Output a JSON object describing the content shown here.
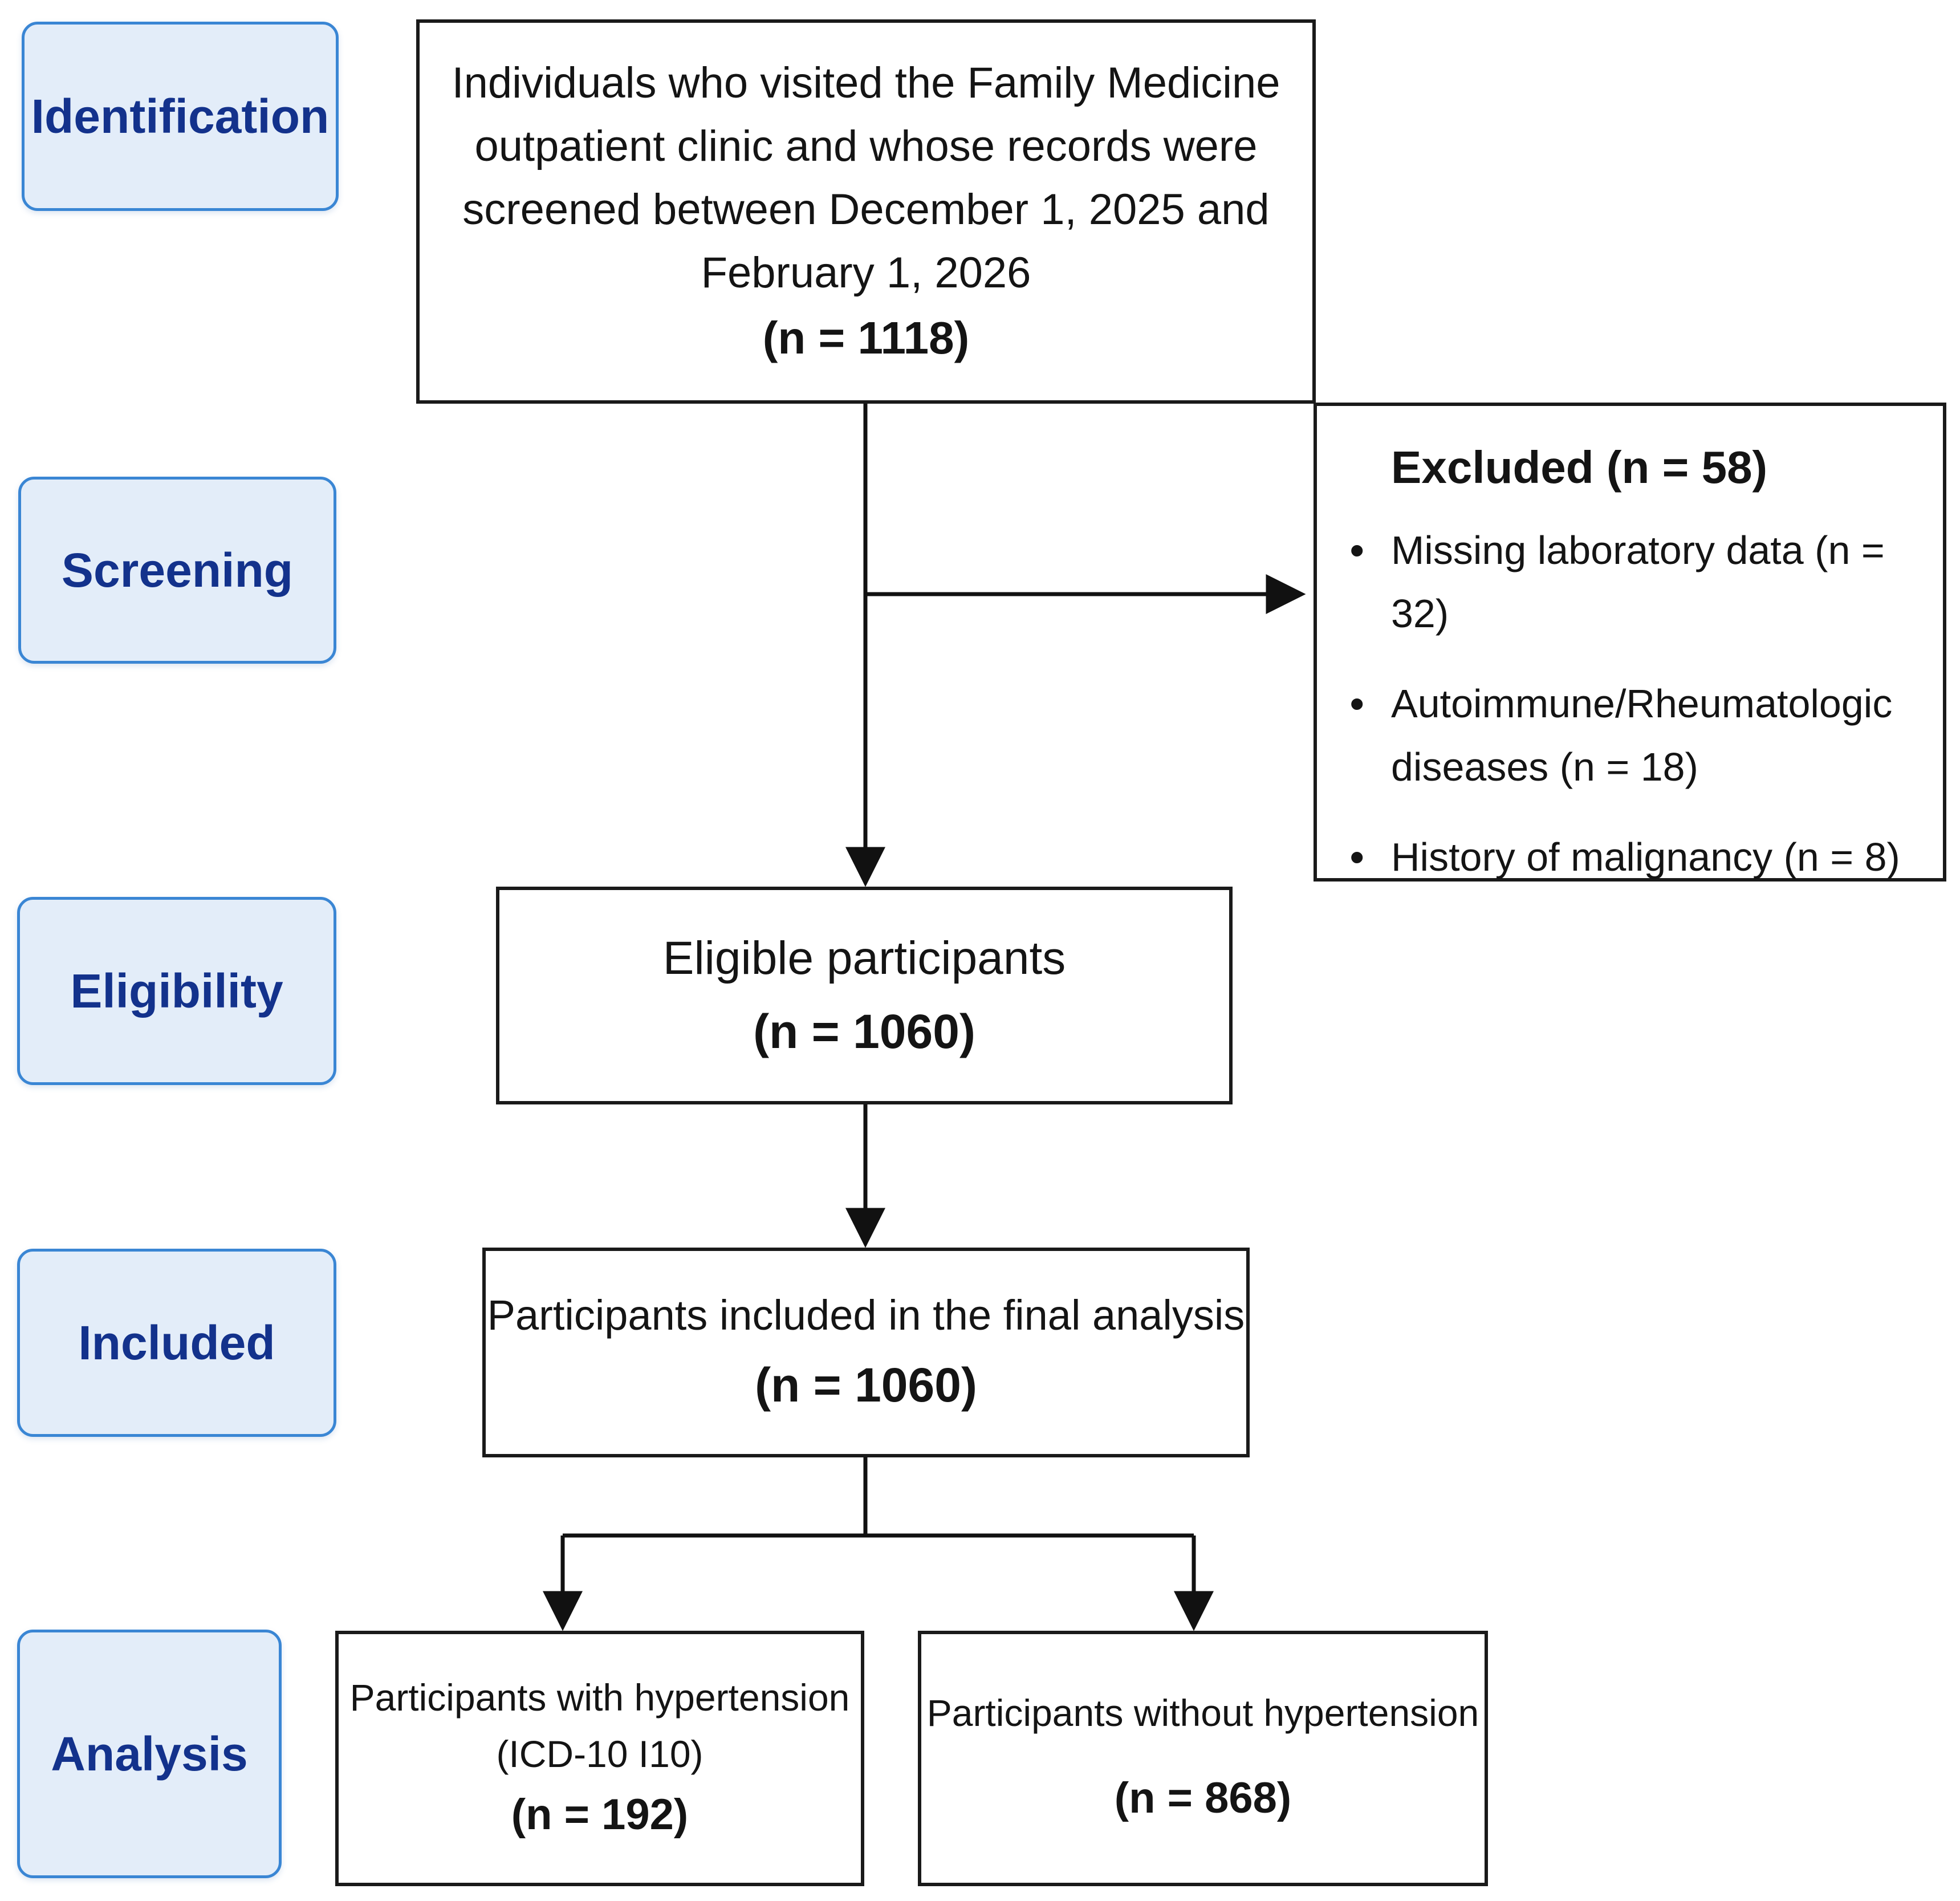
{
  "stages": {
    "identification": "Identification",
    "screening": "Screening",
    "eligibility": "Eligibility",
    "included": "Included",
    "analysis": "Analysis"
  },
  "boxes": {
    "identification": {
      "lines": [
        "Individuals who visited the Family Medicine",
        "outpatient clinic and whose records were",
        "screened between December 1, 2025 and",
        "February 1, 2026"
      ],
      "count": "(n = 1118)"
    },
    "excluded": {
      "title": "Excluded (n = 58)",
      "items": [
        "Missing laboratory data (n = 32)",
        "Autoimmune/Rheumatologic diseases (n = 18)",
        "History of malignancy (n = 8)"
      ]
    },
    "eligible": {
      "label": "Eligible participants",
      "count": "(n = 1060)"
    },
    "included": {
      "label": "Participants included in the final analysis",
      "count": "(n = 1060)"
    },
    "with_hypertension": {
      "lines": [
        "Participants with hypertension",
        "(ICD-10 I10)"
      ],
      "count": "(n = 192)"
    },
    "without_hypertension": {
      "label": "Participants without hypertension",
      "count": "(n = 868)"
    }
  },
  "colors": {
    "stage_fill": "#e3edf9",
    "stage_border": "#3a86d4",
    "stage_text": "#13328c",
    "box_border": "#1a1a1a",
    "arrow": "#111111"
  }
}
